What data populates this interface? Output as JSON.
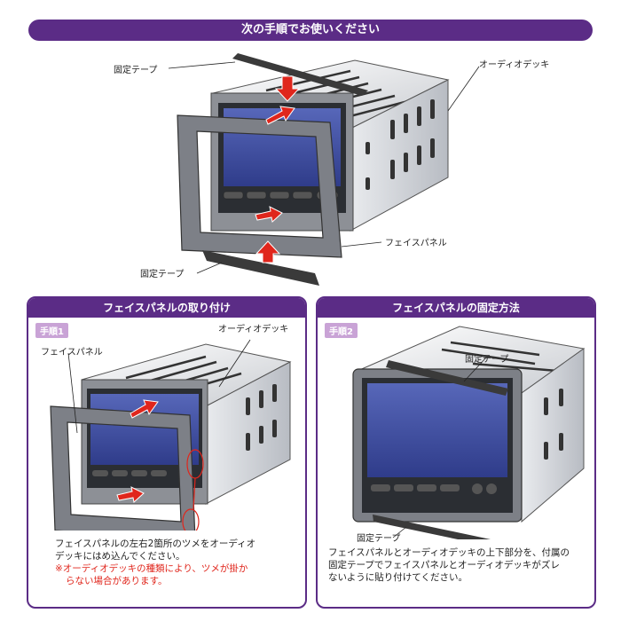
{
  "header": {
    "title": "次の手順でお使いください"
  },
  "main_diagram": {
    "label_tape_top": "固定テープ",
    "label_audio_deck": "オーディオデッキ",
    "label_face_panel": "フェイスパネル",
    "label_tape_bottom": "固定テープ"
  },
  "step1": {
    "title": "フェイスパネルの取り付け",
    "badge": "手順1",
    "label_face_panel": "フェイスパネル",
    "label_audio_deck": "オーディオデッキ",
    "desc_line1": "フェイスパネルの左右2箇所のツメをオーディオ",
    "desc_line2": "デッキにはめ込んでください。",
    "warn_line1": "※オーディオデッキの種類により、ツメが掛か",
    "warn_line2": "らない場合があります。"
  },
  "step2": {
    "title": "フェイスパネルの固定方法",
    "badge": "手順2",
    "label_tape_top": "固定テープ",
    "label_tape_bottom": "固定テープ",
    "desc_line1": "フェイスパネルとオーディオデッキの上下部分を、付属の",
    "desc_line2": "固定テープでフェイスパネルとオーディオデッキがズレ",
    "desc_line3": "ないように貼り付けてください。"
  },
  "colors": {
    "accent_purple": "#5b2c86",
    "badge": "#c9a3d6",
    "arrow_red": "#e0261c",
    "screen_blue": "#3f4fa8"
  }
}
